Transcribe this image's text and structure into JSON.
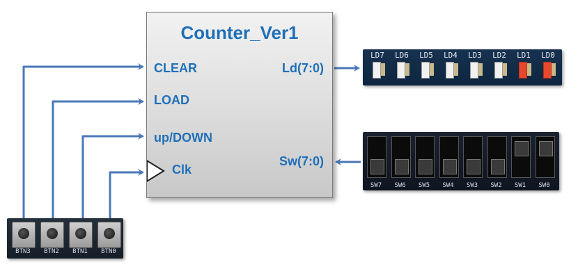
{
  "block": {
    "title": "Counter_Ver1",
    "inputs": {
      "clear": "CLEAR",
      "load": "LOAD",
      "updown": "up/DOWN",
      "clk": "Clk"
    },
    "outputs": {
      "ld": "Ld(7:0)",
      "sw": "Sw(7:0)"
    }
  },
  "leds": [
    {
      "label": "LD7",
      "lit": false
    },
    {
      "label": "LD6",
      "lit": false
    },
    {
      "label": "LD5",
      "lit": false
    },
    {
      "label": "LD4",
      "lit": false
    },
    {
      "label": "LD3",
      "lit": false
    },
    {
      "label": "LD2",
      "lit": false
    },
    {
      "label": "LD1",
      "lit": true
    },
    {
      "label": "LD0",
      "lit": true
    }
  ],
  "switches": [
    {
      "label": "SW7",
      "position": "down"
    },
    {
      "label": "SW6",
      "position": "down"
    },
    {
      "label": "SW5",
      "position": "down"
    },
    {
      "label": "SW4",
      "position": "down"
    },
    {
      "label": "SW3",
      "position": "down"
    },
    {
      "label": "SW2",
      "position": "down"
    },
    {
      "label": "SW1",
      "position": "up"
    },
    {
      "label": "SW0",
      "position": "up"
    }
  ],
  "buttons": [
    {
      "label": "BTN3"
    },
    {
      "label": "BTN2"
    },
    {
      "label": "BTN1"
    },
    {
      "label": "BTN0"
    }
  ],
  "colors": {
    "wire": "#4a78b8",
    "text": "#1f6fb8",
    "led_lit": "#e8492c"
  }
}
